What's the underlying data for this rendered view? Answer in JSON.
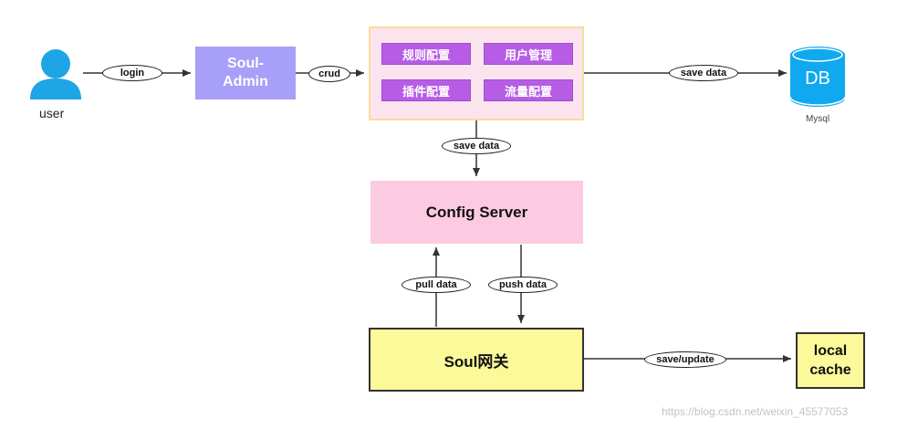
{
  "nodes": {
    "user": "user",
    "soul_admin": "Soul-\nAdmin",
    "console_buttons": [
      "规则配置",
      "用户管理",
      "插件配置",
      "流量配置"
    ],
    "db_icon_text": "DB",
    "db_name": "Mysql",
    "config_server": "Config Server",
    "gateway": "Soul网关",
    "local_cache": "local\ncache"
  },
  "edges": {
    "login": "login",
    "crud": "crud",
    "save_data_db": "save data",
    "save_data_config": "save data",
    "pull_data": "pull data",
    "push_data": "push data",
    "save_update": "save/update"
  },
  "colors": {
    "user_icon": "#1ea5e6",
    "db_icon": "#10a9f0",
    "admin": "#a79ff8",
    "console_bg": "#fce4ef",
    "button": "#b65ce5",
    "config_server": "#fccbe2",
    "gateway": "#fbf99a"
  },
  "watermark": "https://blog.csdn.net/weixin_45577053"
}
